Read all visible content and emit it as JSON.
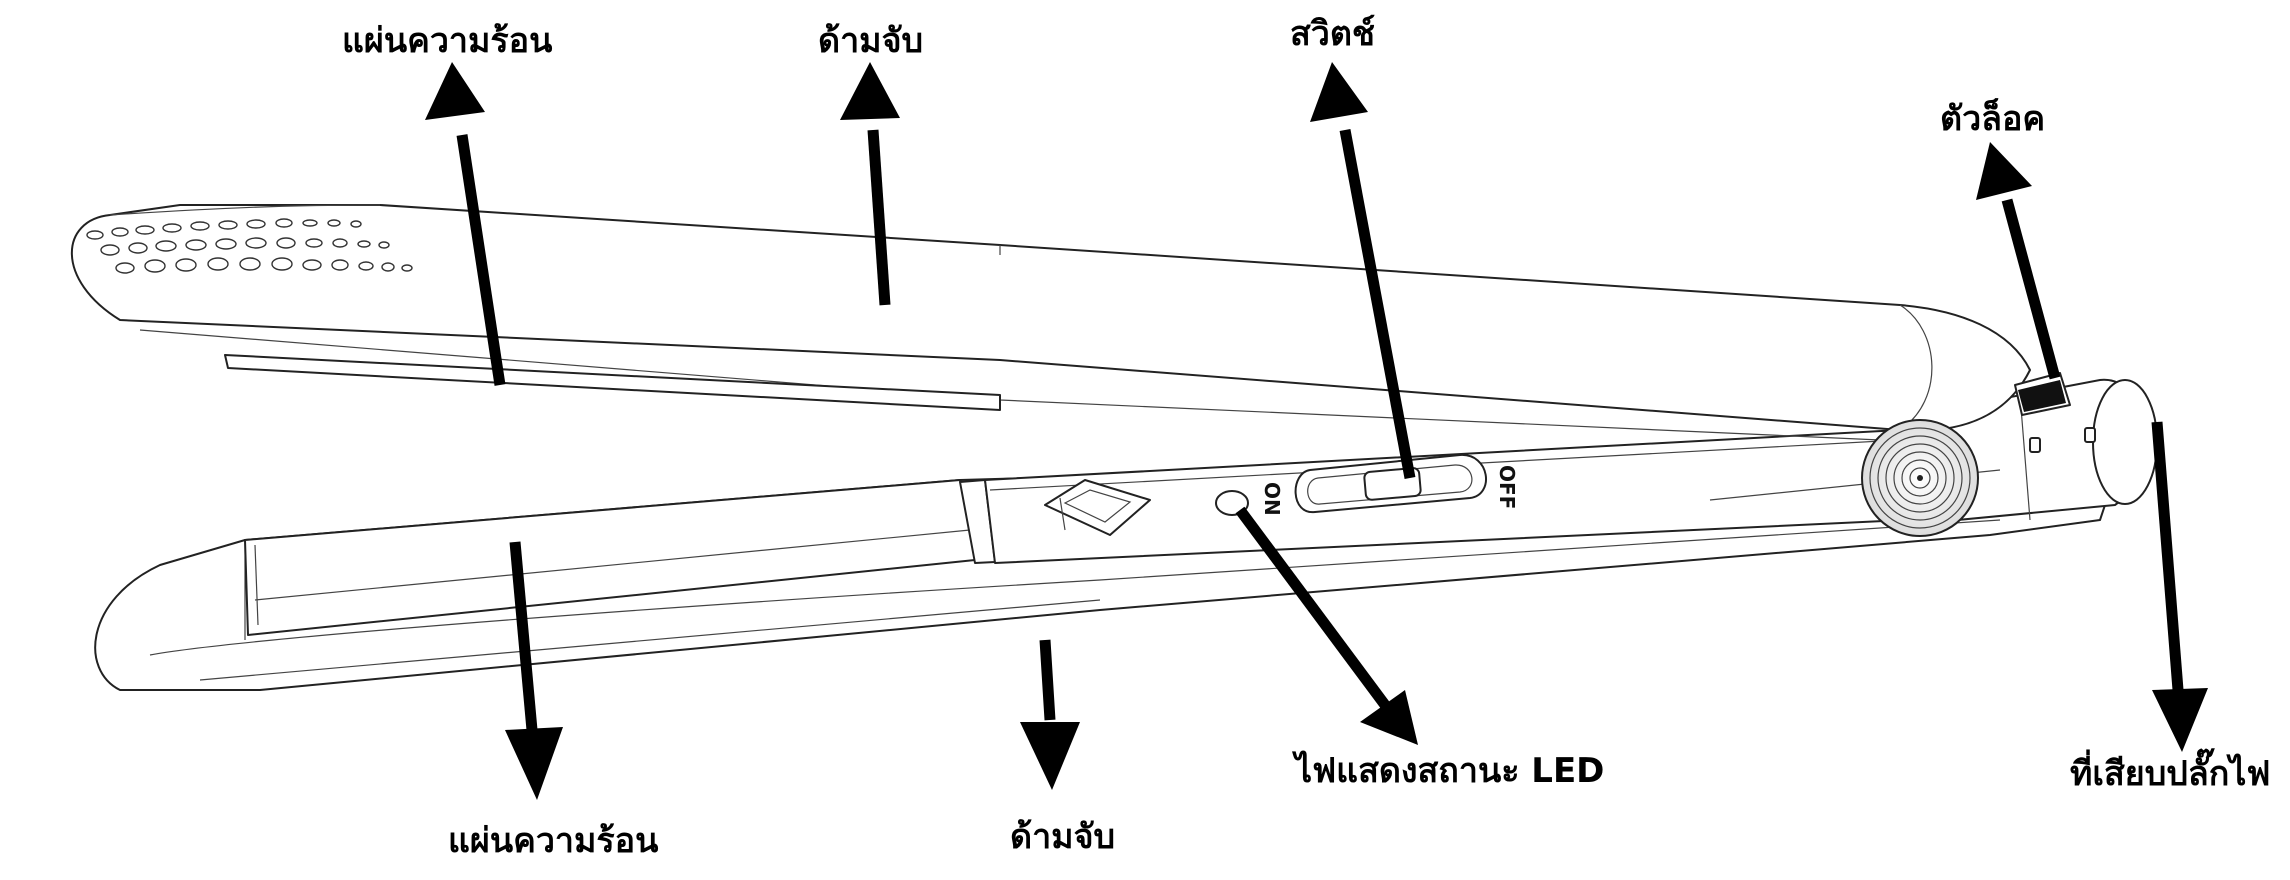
{
  "diagram": {
    "callouts": {
      "heat_plate_top": "แผ่นความร้อน",
      "handle_top": "ด้ามจับ",
      "switch": "สวิตช์",
      "lock": "ตัวล็อค",
      "power_socket": "ที่เสียบปลั๊กไฟ",
      "status_led": "ไฟแสดงสถานะ LED",
      "handle_bottom": "ด้ามจับ",
      "heat_plate_bottom": "แผ่นความร้อน"
    },
    "switch_marks": {
      "on": "ON",
      "off": "OFF"
    }
  }
}
